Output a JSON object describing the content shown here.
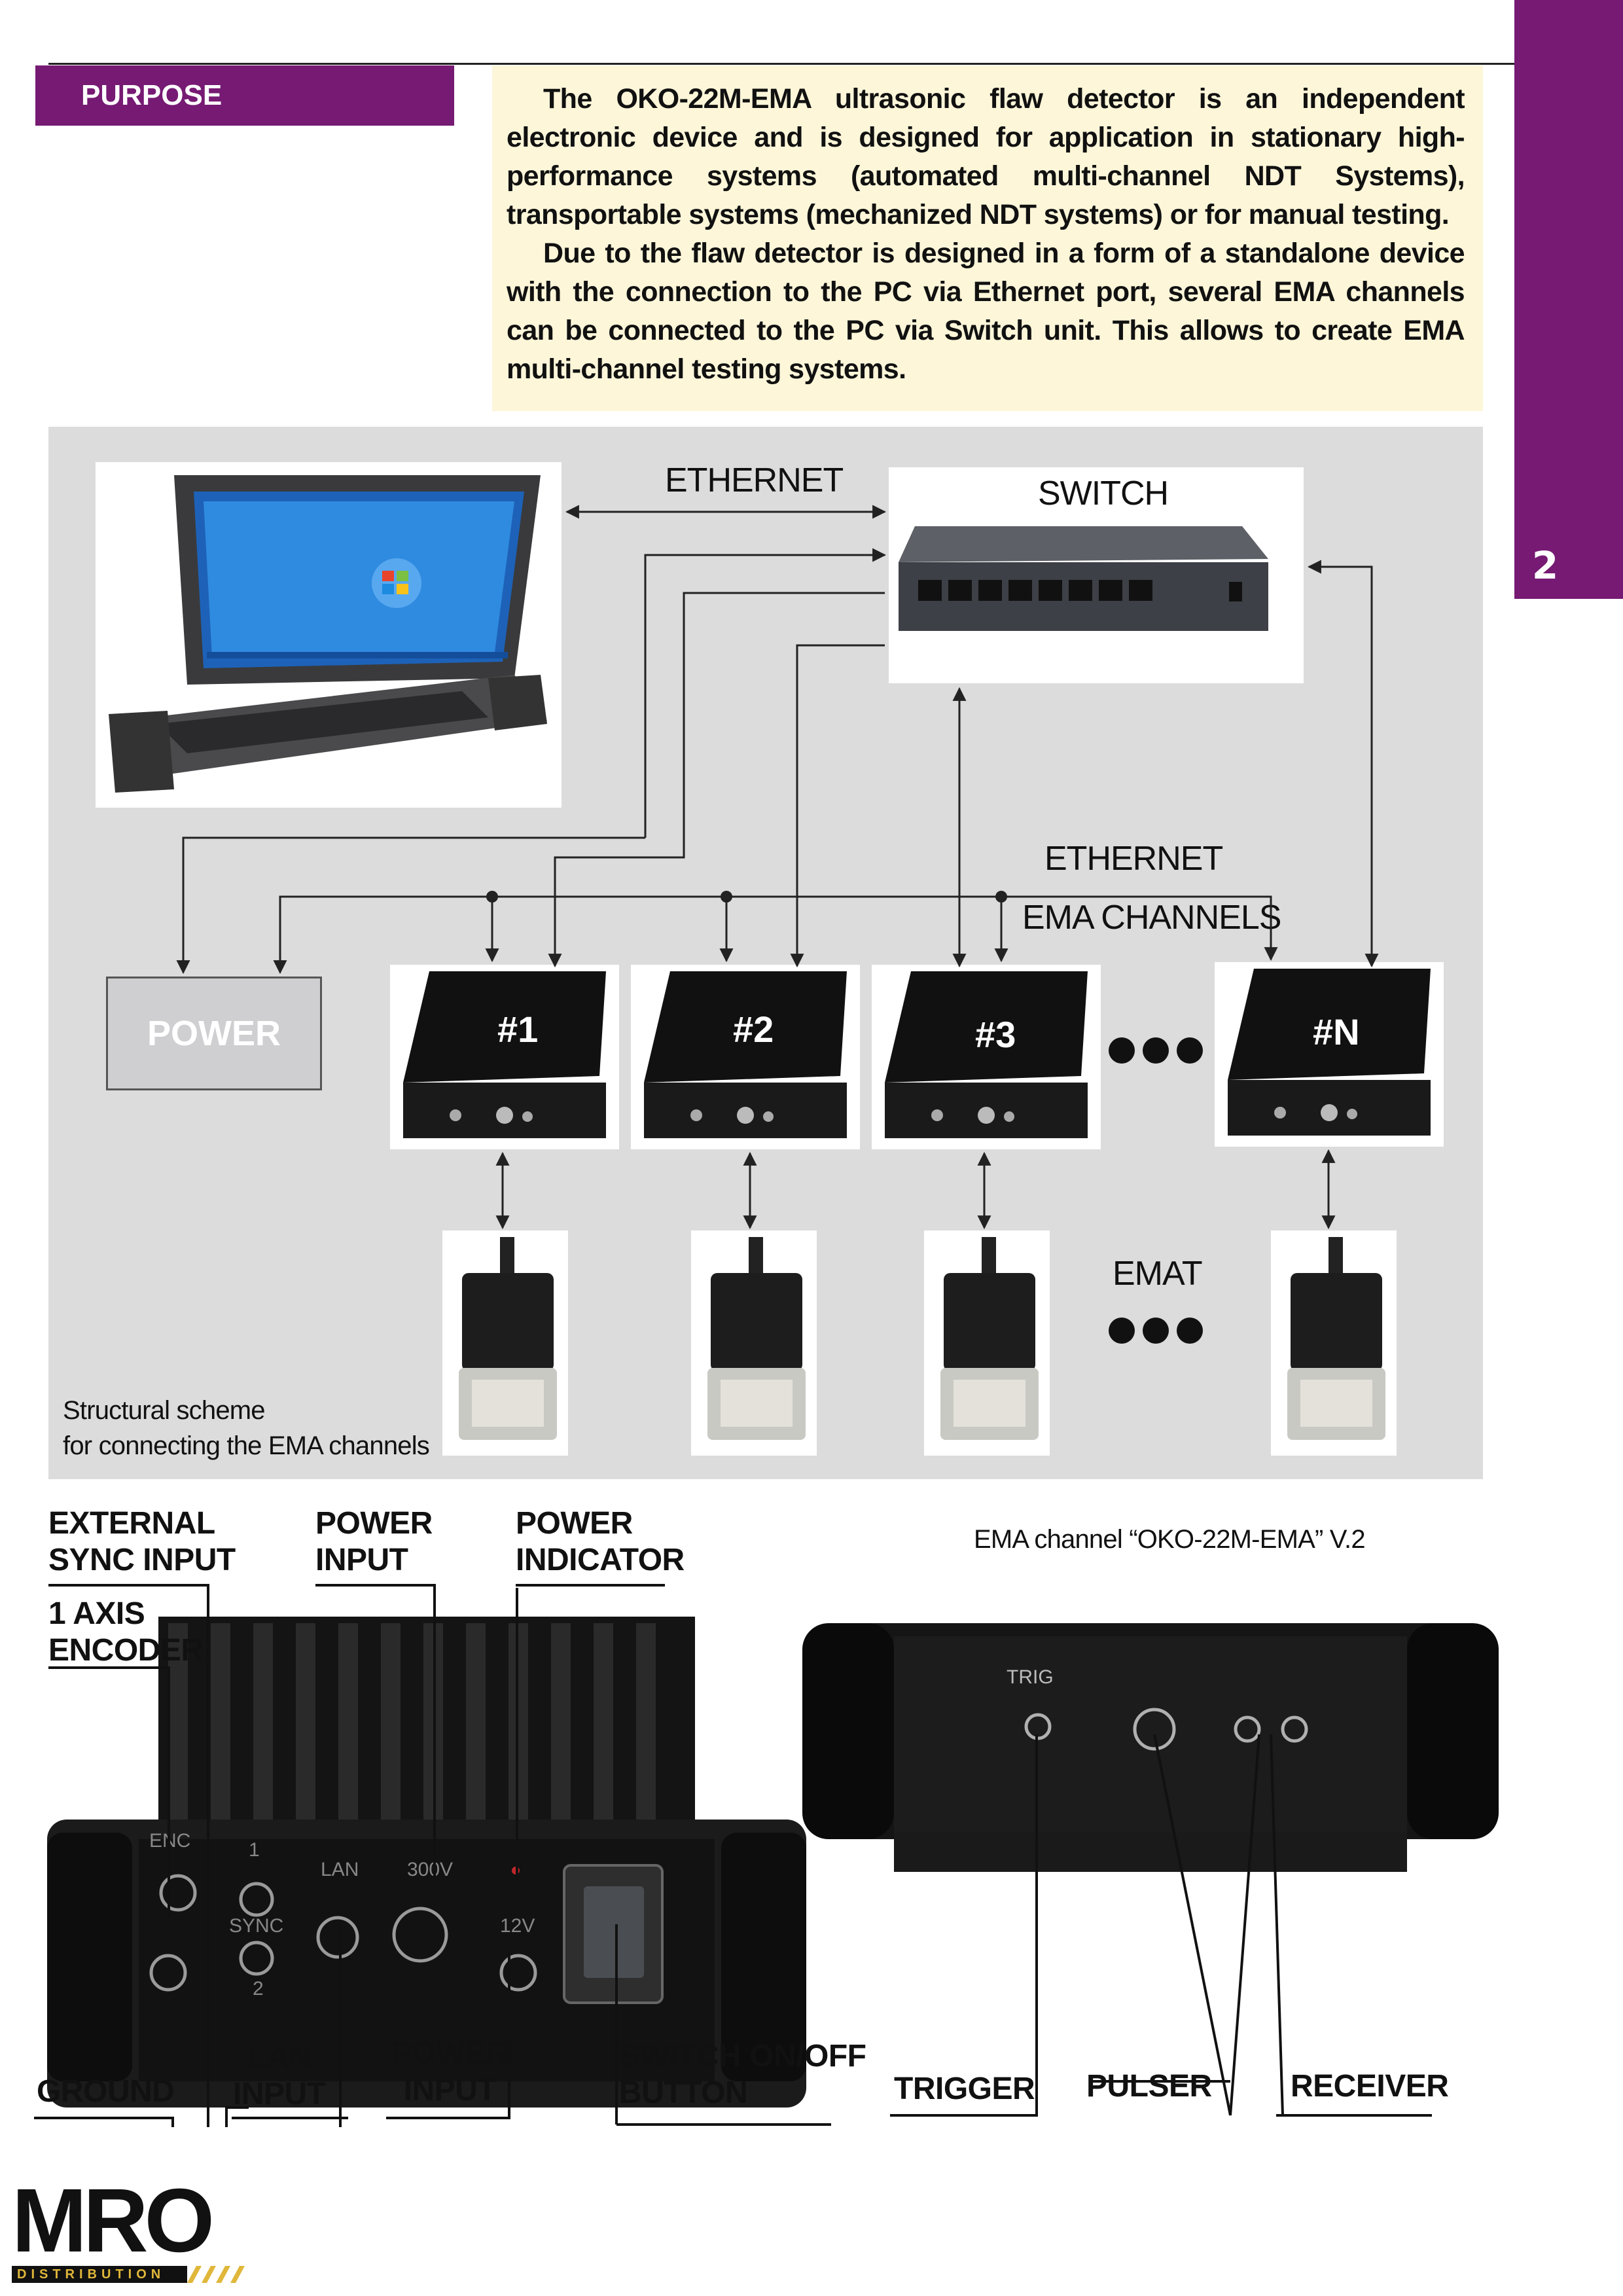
{
  "page": {
    "number": "2",
    "accent_color": "#761a73"
  },
  "purpose": {
    "heading": "PURPOSE",
    "paragraphs": [
      "The OKO-22M-EMA ultrasonic flaw detector is an independent electronic device and is designed for application in stationary high-performance systems (automated multi-channel NDT Systems), transportable systems (mechanized NDT systems) or for manual testing.",
      "Due to the flaw detector is designed in a form of a standalone device with the connection to the PC via Ethernet port, several EMA channels can be connected to the PC via Switch unit. This allows to create EMA multi-channel testing systems."
    ]
  },
  "scheme": {
    "ethernet_top": "ETHERNET",
    "switch": "SWITCH",
    "ethernet_mid": "ETHERNET",
    "ema_channels": "EMA CHANNELS",
    "power": "POWER",
    "channels": [
      "#1",
      "#2",
      "#3",
      "#N"
    ],
    "emat": "EMAT",
    "caption_line1": "Structural scheme",
    "caption_line2": "for connecting the EMA channels"
  },
  "rear_panel": {
    "callouts": {
      "external_sync_1": "EXTERNAL",
      "external_sync_2": "SYNC INPUT",
      "power_input_1": "POWER",
      "power_input_2": "INPUT",
      "power_indicator_1": "POWER",
      "power_indicator_2": "INDICATOR",
      "axis_encoder_1": "1 AXIS",
      "axis_encoder_2": "ENCODER",
      "ground": "GROUND",
      "lan_1": "LAN",
      "lan_2": "INPUT",
      "power_bottom_1": "POWER",
      "power_bottom_2": "INPUT",
      "switch_1": "SWITCH ON/OFF",
      "switch_2": "BUTTON"
    },
    "panel_marks": {
      "enc": "ENC",
      "one": "1",
      "sync": "SYNC",
      "two": "2",
      "lan": "LAN",
      "v300": "300V",
      "v12": "12V"
    }
  },
  "front_panel": {
    "title": "EMA channel “OKO-22M-EMA” V.2",
    "trig": "TRIG",
    "callouts": {
      "trigger": "TRIGGER",
      "pulser": "PULSER",
      "receiver": "RECEIVER"
    }
  },
  "logo": {
    "name": "MRO",
    "sub": "DISTRIBUTION"
  }
}
